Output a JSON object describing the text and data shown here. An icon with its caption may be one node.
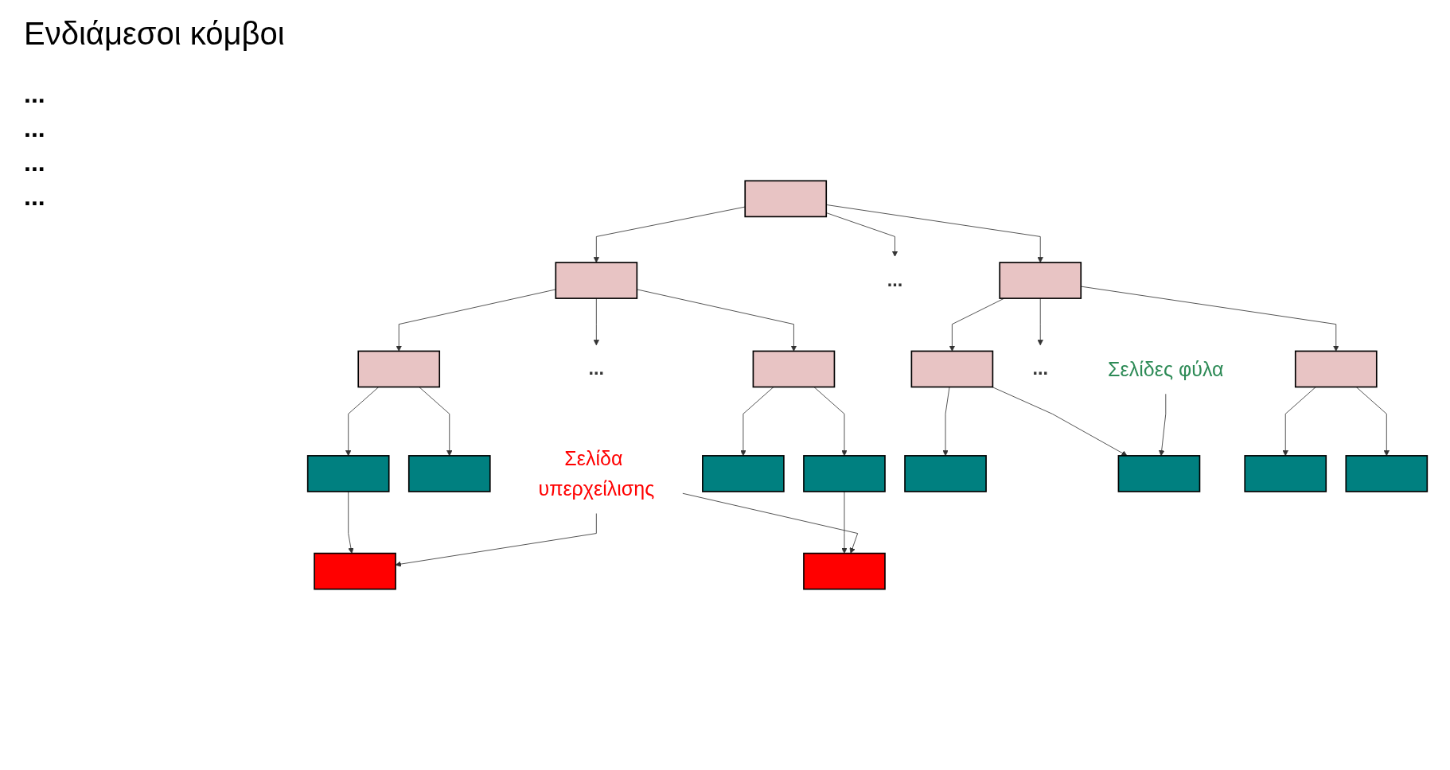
{
  "diagram": {
    "nodes": [
      {
        "text": [],
        "shape": "box"
      },
      {
        "text": [],
        "shape": "box"
      },
      {
        "text": [
          "..."
        ]
      },
      {
        "text": [],
        "shape": "box"
      },
      {
        "text": [],
        "shape": "box"
      },
      {
        "text": [
          "..."
        ]
      },
      {
        "text": [],
        "shape": "box"
      },
      {
        "text": [],
        "shape": "box"
      },
      {
        "text": [
          "..."
        ]
      },
      {
        "text": [],
        "shape": "box"
      },
      {
        "text": [],
        "shape": "box"
      },
      {
        "text": [],
        "shape": "box"
      },
      {
        "text": [],
        "shape": "box"
      },
      {
        "text": [],
        "shape": "box"
      },
      {
        "text": [],
        "shape": "box"
      },
      {
        "text": [],
        "shape": "box"
      },
      {
        "text": [],
        "shape": "box"
      },
      {
        "text": [],
        "shape": "box"
      },
      {
        "text": [],
        "shape": "box"
      },
      {
        "text": [],
        "shape": "box"
      },
      {
        "text": [
          "Σελίδα υπερχείλισης"
        ]
      },
      {
        "text": [
          "Σελίδες φύλα"
        ]
      }
    ],
    "edges": [
      {
        "from": 0,
        "to": 1,
        "arrow": "to"
      },
      {
        "from": 0,
        "to": 2,
        "arrow": "to"
      },
      {
        "from": 0,
        "to": 3,
        "arrow": "to"
      },
      {
        "from": 1,
        "to": 4,
        "arrow": "to"
      },
      {
        "from": 1,
        "to": 5,
        "arrow": "to"
      },
      {
        "from": 1,
        "to": 6,
        "arrow": "to"
      },
      {
        "from": 3,
        "to": 7,
        "arrow": "to"
      },
      {
        "from": 3,
        "to": 8,
        "arrow": "to"
      },
      {
        "from": 3,
        "to": 9,
        "arrow": "to"
      },
      {
        "from": 4,
        "to": 10,
        "arrow": "to"
      },
      {
        "from": 4,
        "to": 11,
        "arrow": "to"
      },
      {
        "from": 6,
        "to": 12,
        "arrow": "to"
      },
      {
        "from": 6,
        "to": 13,
        "arrow": "to"
      },
      {
        "from": 7,
        "to": 14,
        "arrow": "to"
      },
      {
        "from": 7,
        "to": 15,
        "arrow": "to"
      },
      {
        "from": 9,
        "to": 16,
        "arrow": "to"
      },
      {
        "from": 9,
        "to": 17,
        "arrow": "to"
      },
      {
        "from": 10,
        "to": 18,
        "arrow": "to"
      },
      {
        "from": 13,
        "to": 19,
        "arrow": "to"
      },
      {
        "from": 20,
        "to": 18,
        "arrow": "to"
      },
      {
        "from": 20,
        "to": 19,
        "arrow": "to"
      },
      {
        "from": 21,
        "to": 15,
        "arrow": "to"
      }
    ],
    "labels": [
      "Ενδιάμεσοι κόμβοι",
      "...",
      "...",
      "...",
      "..."
    ]
  }
}
